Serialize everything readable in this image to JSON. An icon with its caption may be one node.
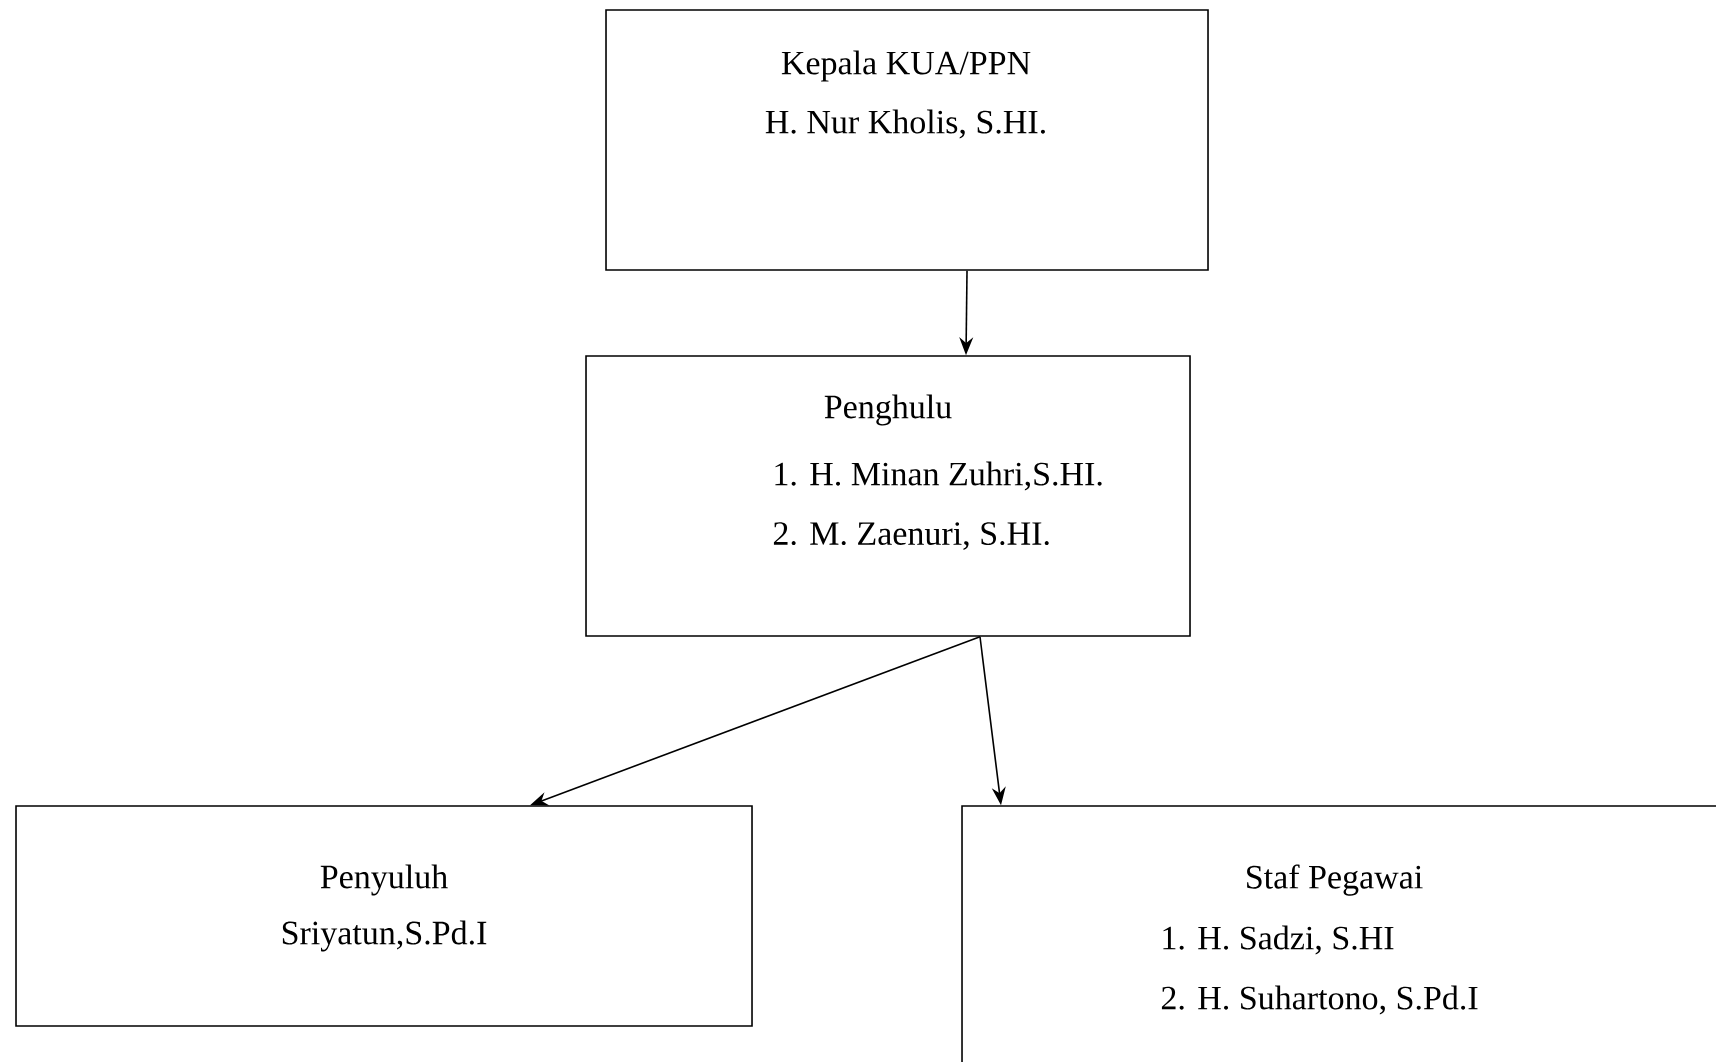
{
  "diagram": {
    "nodes": [
      {
        "text": [
          "Kepala KUA/PPN",
          "H. Nur Kholis, S.HI."
        ]
      },
      {
        "text": [
          "Penghulu",
          "1. H. Minan Zuhri,S.HI.",
          "2. M. Zaenuri, S.HI."
        ]
      },
      {
        "text": [
          "Penyuluh",
          "Sriyatun,S.Pd.I"
        ]
      },
      {
        "text": [
          "Staf Pegawai",
          "1. H. Sadzi, S.HI",
          "2. H. Suhartono, S.Pd.I"
        ]
      }
    ],
    "edges": [
      {
        "from": 0,
        "to": 1,
        "arrow": "to"
      },
      {
        "from": 1,
        "to": 2,
        "arrow": "to"
      },
      {
        "from": 1,
        "to": 3,
        "arrow": "to"
      }
    ]
  }
}
